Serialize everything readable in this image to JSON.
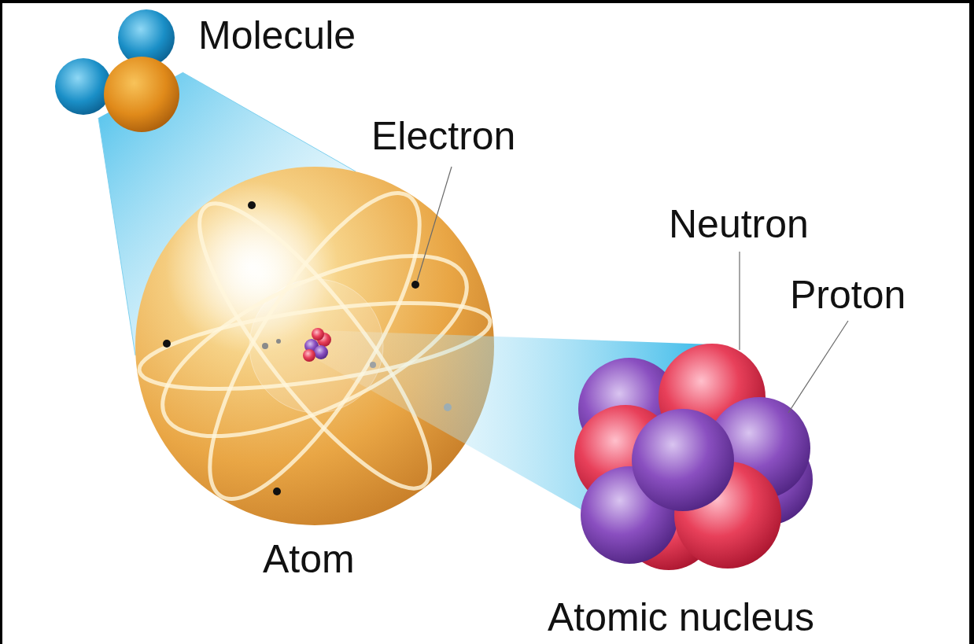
{
  "diagram": {
    "labels": [
      "Molecule",
      "Electron",
      "Neutron",
      "Proton",
      "Atom",
      "Atomic nucleus"
    ]
  }
}
